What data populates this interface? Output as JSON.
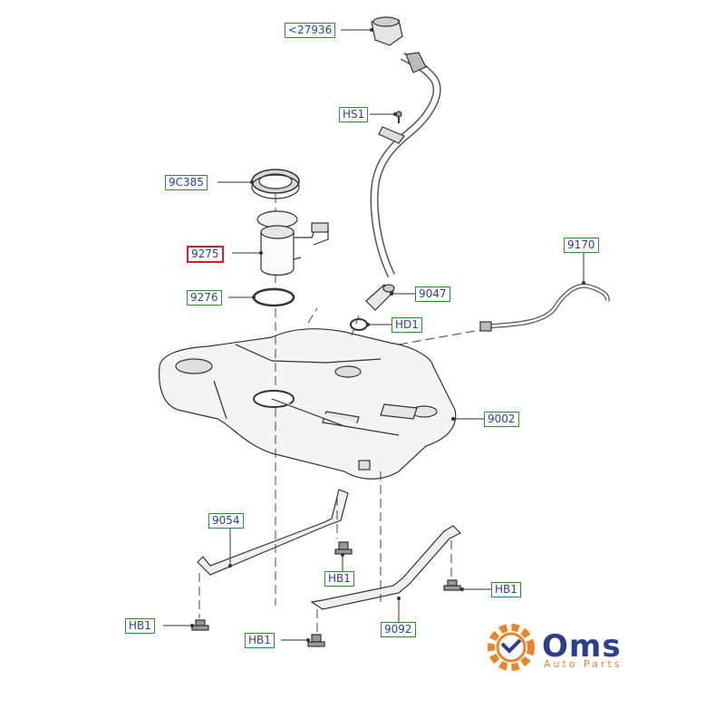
{
  "labels": [
    {
      "id": "27936",
      "text": "<27936",
      "highlight": false
    },
    {
      "id": "HS1",
      "text": "HS1",
      "highlight": false
    },
    {
      "id": "9C385",
      "text": "9C385",
      "highlight": false
    },
    {
      "id": "9275",
      "text": "9275",
      "highlight": true
    },
    {
      "id": "9276",
      "text": "9276",
      "highlight": false
    },
    {
      "id": "9047",
      "text": "9047",
      "highlight": false
    },
    {
      "id": "HD1",
      "text": "HD1",
      "highlight": false
    },
    {
      "id": "9170",
      "text": "9170",
      "highlight": false
    },
    {
      "id": "9002",
      "text": "9002",
      "highlight": false
    },
    {
      "id": "9054",
      "text": "9054",
      "highlight": false
    },
    {
      "id": "HB1a",
      "text": "HB1",
      "highlight": false
    },
    {
      "id": "HB1b",
      "text": "HB1",
      "highlight": false
    },
    {
      "id": "HB1c",
      "text": "HB1",
      "highlight": false
    },
    {
      "id": "HB1d",
      "text": "HB1",
      "highlight": false
    },
    {
      "id": "9092",
      "text": "9092",
      "highlight": false
    }
  ],
  "logo": {
    "name": "Oms",
    "tagline": "Auto Parts",
    "icon": "gear-icon",
    "colors": {
      "primary": "#2c3e8c",
      "accent": "#e8842a"
    }
  },
  "colors": {
    "label_border": "#2f8f2f",
    "label_text": "#2a3f9a",
    "highlight_border": "#d11f2c",
    "line": "#333333"
  }
}
